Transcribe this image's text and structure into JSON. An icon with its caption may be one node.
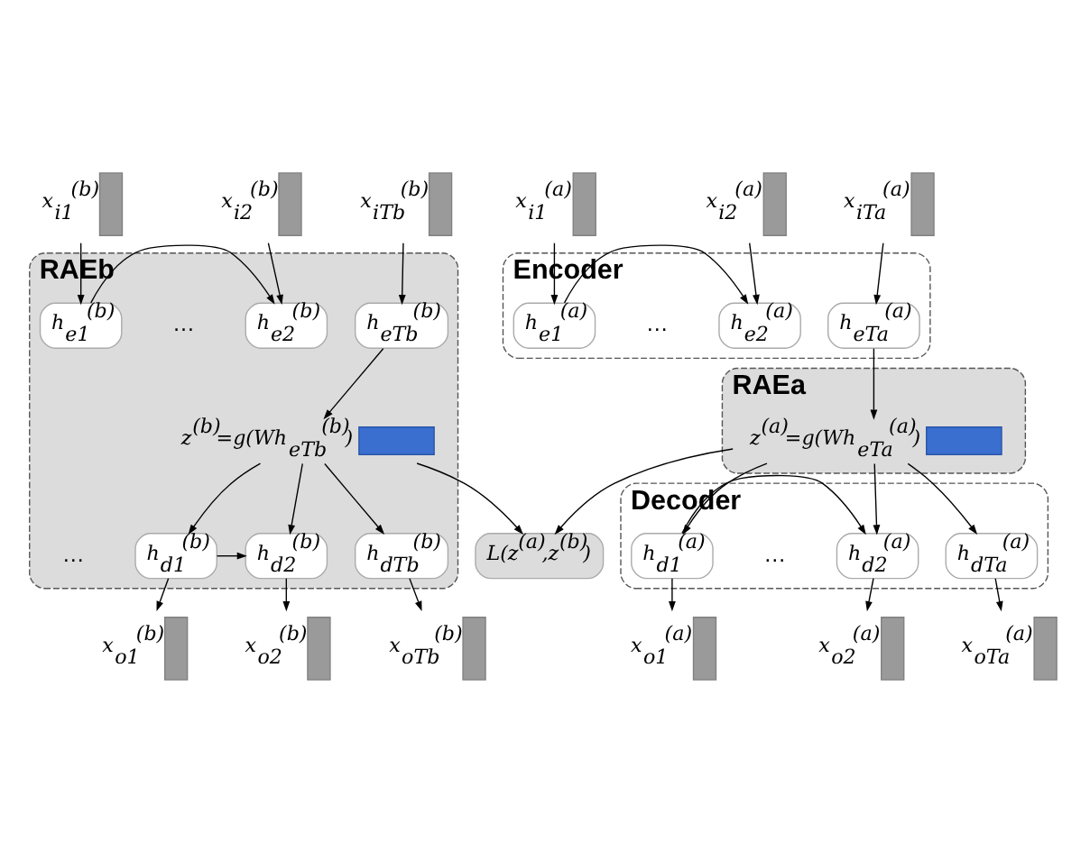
{
  "diagram": {
    "nodes": [
      {
        "text": [
          "Encoder"
        ]
      },
      {
        "text": [
          "RAEa"
        ]
      },
      {
        "text": [
          "Decoder"
        ]
      },
      {
        "text": [
          "RAEb"
        ]
      },
      {
        "text": [],
        "shape": "bar",
        "beside": [
          "x$_{i1}$$^{(a)}$"
        ]
      },
      {
        "text": [],
        "shape": "bar",
        "beside": [
          "x$_{i2}$$^{(a)}$"
        ]
      },
      {
        "text": [],
        "shape": "bar",
        "beside": [
          "x$_{iTa}$$^{(a)}$"
        ]
      },
      {
        "text": [],
        "shape": "bar",
        "beside": [
          "x$_{i1}$$^{(b)}$"
        ]
      },
      {
        "text": [],
        "shape": "bar",
        "beside": [
          "x$_{i2}$$^{(b)}$"
        ]
      },
      {
        "text": [],
        "shape": "bar",
        "beside": [
          "x$_{iTb}$$^{(b)}$"
        ]
      },
      {
        "text": [
          "h$_{e1}$$^{(a)}$"
        ],
        "in": 0
      },
      {
        "text": [
          "h$_{e2}$$^{(a)}$"
        ],
        "in": 0
      },
      {
        "text": [
          "h$_{eTa}$$^{(a)}$"
        ],
        "in": 0
      },
      {
        "text": [],
        "shape": "box",
        "in": 1,
        "beside": [
          "z$^{(a)}$=g(Wh$_{eTa}$$^{(a)}$)"
        ]
      },
      {
        "text": [
          "h$_{d1}$$^{(a)}$"
        ],
        "in": 2
      },
      {
        "text": [
          "h$_{d2}$$^{(a)}$"
        ],
        "in": 2
      },
      {
        "text": [
          "h$_{dTa}$$^{(a)}$"
        ],
        "in": 2
      },
      {
        "text": [
          "h$_{e1}$$^{(b)}$"
        ],
        "in": 3
      },
      {
        "text": [
          "h$_{e2}$$^{(b)}$"
        ],
        "in": 3
      },
      {
        "text": [
          "h$_{eTb}$$^{(b)}$"
        ],
        "in": 3
      },
      {
        "text": [],
        "shape": "box",
        "in": 3,
        "beside": [
          "z$^{(b)}$=g(Wh$_{eTb}$$^{(b)}$)"
        ]
      },
      {
        "text": [
          "h$_{d1}$$^{(b)}$"
        ],
        "in": 3
      },
      {
        "text": [
          "h$_{d2}$$^{(b)}$"
        ],
        "in": 3
      },
      {
        "text": [
          "h$_{dTb}$$^{(b)}$"
        ],
        "in": 3
      },
      {
        "text": [],
        "shape": "bar",
        "beside": [
          "x$_{o1}$$^{(a)}$"
        ]
      },
      {
        "text": [],
        "shape": "bar",
        "beside": [
          "x$_{o2}$$^{(a)}$"
        ]
      },
      {
        "text": [],
        "shape": "bar",
        "beside": [
          "x$_{oTa}$$^{(a)}$"
        ]
      },
      {
        "text": [],
        "shape": "bar",
        "beside": [
          "x$_{o1}$$^{(b)}$"
        ]
      },
      {
        "text": [],
        "shape": "bar",
        "beside": [
          "x$_{o2}$$^{(b)}$"
        ]
      },
      {
        "text": [],
        "shape": "bar",
        "beside": [
          "x$_{oTb}$$^{(b)}$"
        ]
      },
      {
        "text": [
          "L(z$^{(a)}$,z$^{(b)}$)"
        ]
      }
    ],
    "edges": [
      {
        "from": 4,
        "to": 10,
        "arrow": "to"
      },
      {
        "from": 5,
        "to": 11,
        "arrow": "to"
      },
      {
        "from": 6,
        "to": 12,
        "arrow": "to"
      },
      {
        "from": 7,
        "to": 17,
        "arrow": "to"
      },
      {
        "from": 8,
        "to": 18,
        "arrow": "to"
      },
      {
        "from": 9,
        "to": 19,
        "arrow": "to"
      },
      {
        "from": 10,
        "to": 11,
        "arrow": "to"
      },
      {
        "from": 17,
        "to": 18,
        "arrow": "to"
      },
      {
        "from": 12,
        "to": 13,
        "arrow": "to"
      },
      {
        "from": 19,
        "to": 20,
        "arrow": "to"
      },
      {
        "from": 13,
        "to": 14,
        "arrow": "to"
      },
      {
        "from": 13,
        "to": 15,
        "arrow": "to"
      },
      {
        "from": 13,
        "to": 16,
        "arrow": "to"
      },
      {
        "from": 20,
        "to": 21,
        "arrow": "to"
      },
      {
        "from": 20,
        "to": 22,
        "arrow": "to"
      },
      {
        "from": 20,
        "to": 23,
        "arrow": "to"
      },
      {
        "from": 14,
        "to": 15,
        "arrow": "to"
      },
      {
        "from": 21,
        "to": 22,
        "arrow": "to"
      },
      {
        "from": 14,
        "to": 24,
        "arrow": "to"
      },
      {
        "from": 15,
        "to": 25,
        "arrow": "to"
      },
      {
        "from": 16,
        "to": 26,
        "arrow": "to"
      },
      {
        "from": 21,
        "to": 27,
        "arrow": "to"
      },
      {
        "from": 22,
        "to": 28,
        "arrow": "to"
      },
      {
        "from": 23,
        "to": 29,
        "arrow": "to"
      },
      {
        "from": 13,
        "to": 30,
        "arrow": "to"
      },
      {
        "from": 20,
        "to": 30,
        "arrow": "to"
      }
    ],
    "labels": [
      "…",
      "…",
      "…",
      "…"
    ]
  }
}
